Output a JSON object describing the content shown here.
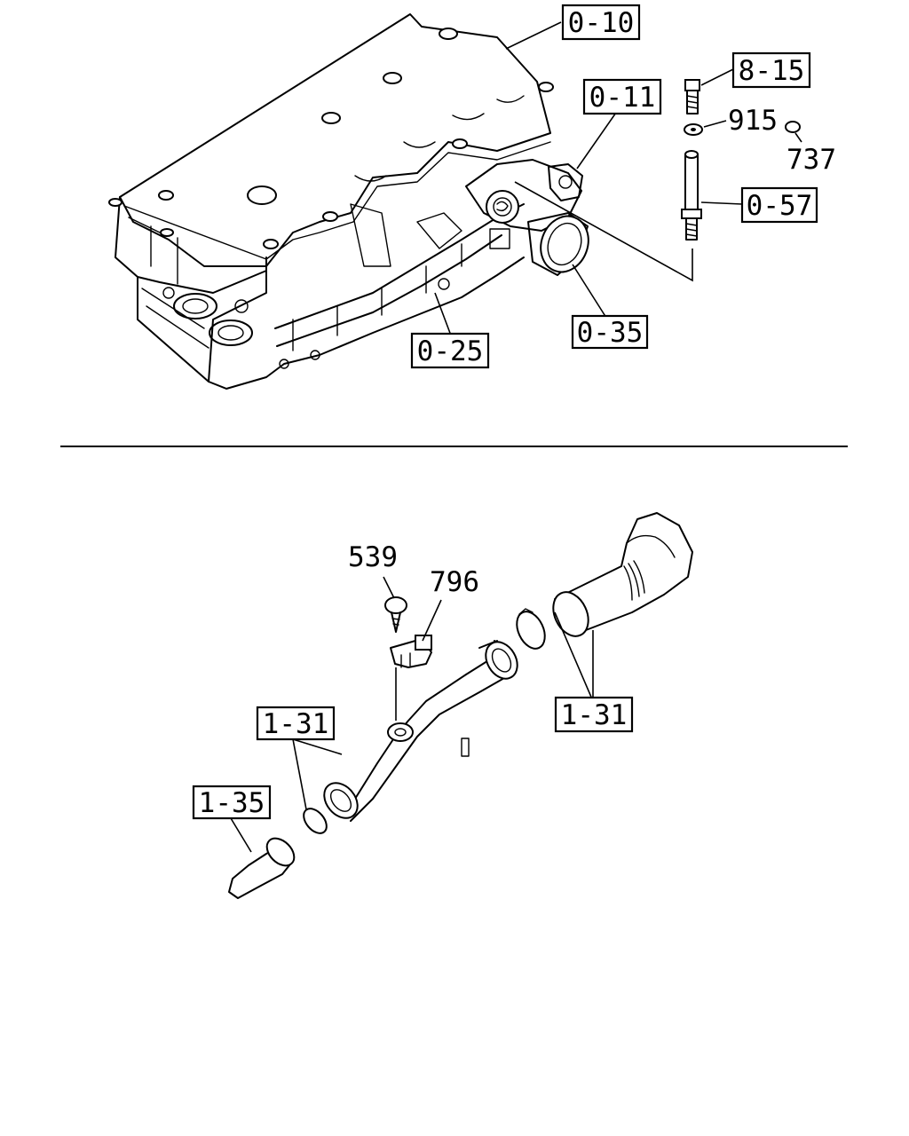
{
  "callouts": {
    "c_0_10": "0-10",
    "c_8_15": "8-15",
    "c_0_11": "0-11",
    "c_915": "915",
    "c_737": "737",
    "c_0_57": "0-57",
    "c_0_35": "0-35",
    "c_0_25": "0-25",
    "c_539": "539",
    "c_796": "796",
    "c_1_31_left": "1-31",
    "c_1_31_right": "1-31",
    "c_1_35": "1-35"
  }
}
